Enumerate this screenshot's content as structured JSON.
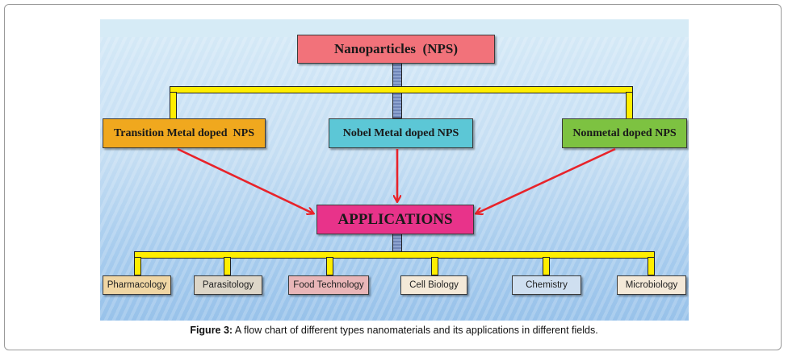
{
  "figure": {
    "root": {
      "label": "Nanoparticles  (NPS)",
      "color": "#f2727a"
    },
    "categories": [
      {
        "label": "Transition Metal doped  NPS",
        "color": "#f0a81e"
      },
      {
        "label": "Nobel Metal doped NPS",
        "color": "#5cc7d6"
      },
      {
        "label": "Nonmetal doped NPS",
        "color": "#7dc241"
      }
    ],
    "hub": {
      "label": "APPLICATIONS",
      "color": "#e8338a"
    },
    "applications": [
      {
        "label": "Pharmacology",
        "color": "#f0d6a4"
      },
      {
        "label": "Parasitology",
        "color": "#ddd6c8"
      },
      {
        "label": "Food Technology",
        "color": "#e9b6b8"
      },
      {
        "label": "Cell Biology",
        "color": "#f4e9d8"
      },
      {
        "label": "Chemistry",
        "color": "#cfdff0"
      },
      {
        "label": "Microbiology",
        "color": "#f4e9d8"
      }
    ],
    "arrow_color": "#e8232a",
    "bar_color": "#ffee00"
  },
  "caption": {
    "prefix": "Figure 3:",
    "text": " A flow chart of different types nanomaterials and its applications in different fields."
  }
}
